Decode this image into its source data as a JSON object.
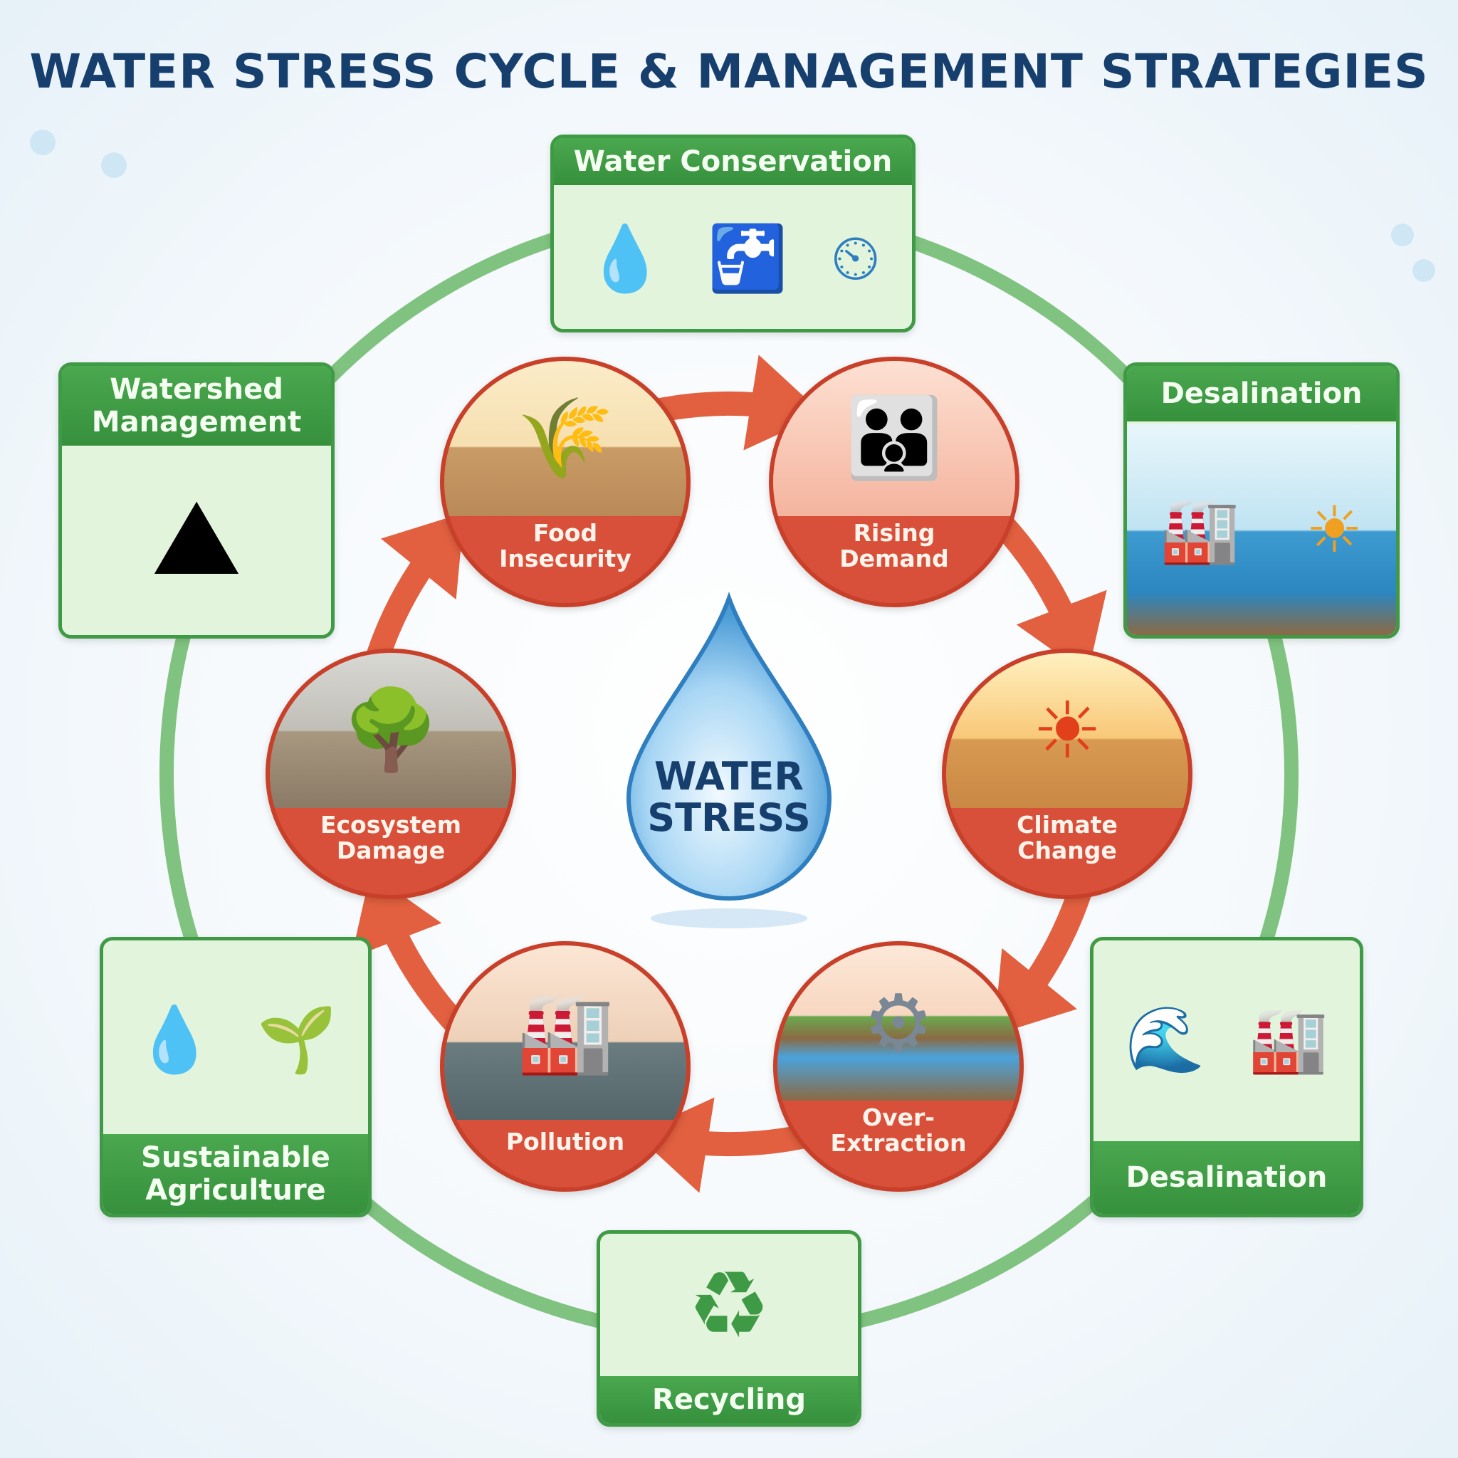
{
  "title": "WATER STRESS CYCLE & MANAGEMENT STRATEGIES",
  "center": {
    "line1": "WATER",
    "line2": "STRESS"
  },
  "cycle": [
    {
      "line1": "Food",
      "line2": "Insecurity"
    },
    {
      "line1": "Rising",
      "line2": "Demand"
    },
    {
      "line1": "Climate",
      "line2": "Change"
    },
    {
      "line1": "Over-",
      "line2": "Extraction"
    },
    {
      "line1": "Pollution",
      "line2": ""
    },
    {
      "line1": "Ecosystem",
      "line2": "Damage"
    }
  ],
  "strategies": {
    "top": {
      "line1": "Water Conservation",
      "line2": ""
    },
    "top_left": {
      "line1": "Watershed",
      "line2": "Management"
    },
    "top_right": {
      "line1": "Desalination",
      "line2": ""
    },
    "bottom_left": {
      "line1": "Sustainable",
      "line2": "Agriculture"
    },
    "bottom_right": {
      "line1": "Desalination",
      "line2": ""
    },
    "bottom": {
      "line1": "Recycling",
      "line2": ""
    }
  },
  "colors": {
    "ring": "#5fb15f",
    "cycle_red": "#d9503a",
    "arrow": "#e2603f",
    "title": "#163f6e",
    "drop": "#5aa9e0"
  }
}
